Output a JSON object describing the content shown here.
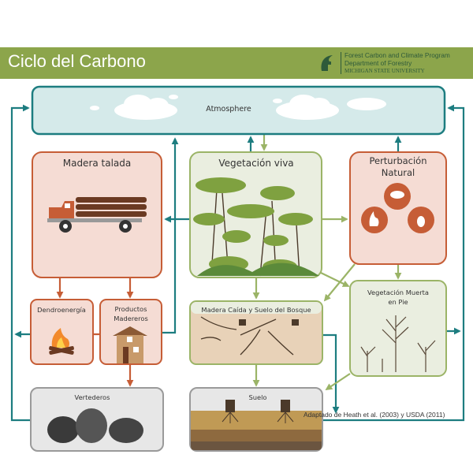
{
  "header": {
    "title": "Ciclo del Carbono",
    "logo_line1": "Forest Carbon and Climate Program",
    "logo_line2": "Department of Forestry",
    "logo_line3": "MICHIGAN STATE UNIVERSITY"
  },
  "nodes": {
    "atmosphere": "Atmosphere",
    "harvested_wood": "Madera talada",
    "live_vegetation": "Vegetación viva",
    "disturbance_1": "Perturbación",
    "disturbance_2": "Natural",
    "bioenergy": "Dendroenergía",
    "wood_products_1": "Productos",
    "wood_products_2": "Madereros",
    "forest_floor": "Madera Caída y Suelo del Bosque",
    "standing_dead_1": "Vegetación Muerta",
    "standing_dead_2": "en Pie",
    "landfills": "Vertederos",
    "soil": "Suelo"
  },
  "credit": "Adaptado de Heath et al. (2003) y USDA (2011)",
  "colors": {
    "header": "#8ca54b",
    "teal": "#1d7d80",
    "green": "#9bb467",
    "orange": "#c65d36",
    "atmosphere_fill": "#d5eaea",
    "harvest_fill": "#f5dcd4",
    "veg_fill": "#eaeee0",
    "gray_fill": "#e7e7e7"
  }
}
